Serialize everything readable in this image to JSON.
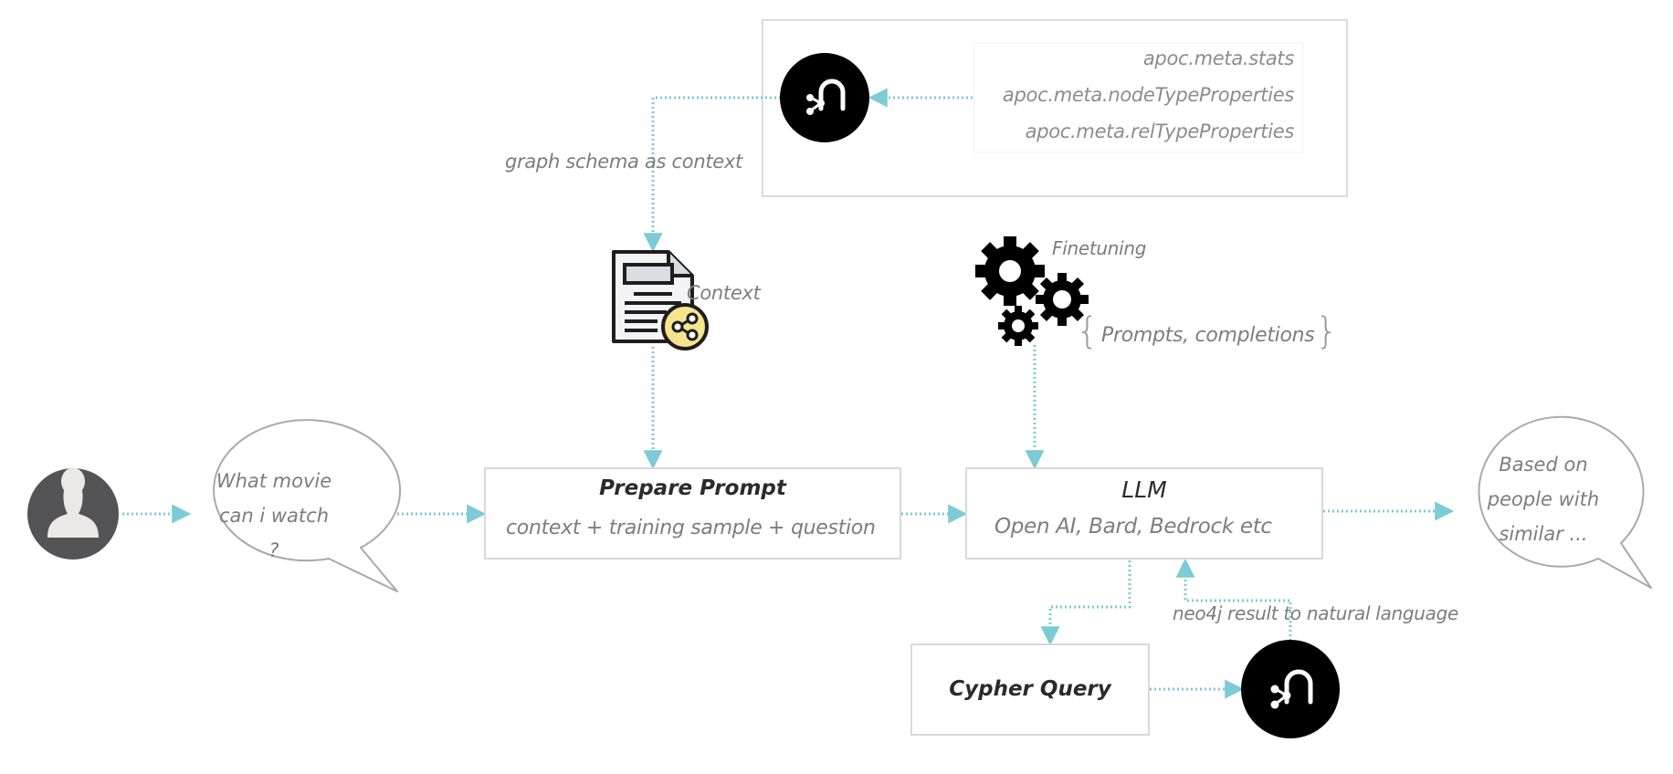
{
  "colors": {
    "connector": "#7ccbd6",
    "box_border": "#d9d9d9",
    "text_gray": "#7d7d7d",
    "text_dark": "#2b2b2b",
    "neo4j_fill": "#000000",
    "user_avatar_fill": "#545456",
    "user_silhouette": "#ebe9e6",
    "context_badge": "#f6e58d"
  },
  "schema_source": {
    "procedures": [
      "apoc.meta.stats",
      "apoc.meta.nodeTypeProperties",
      "apoc.meta.relTypeProperties"
    ],
    "icon": "neo4j-logo-icon"
  },
  "labels": {
    "graph_schema": "graph schema as context",
    "context": "Context",
    "finetuning": "Finetuning",
    "finetuning_data": "Prompts, completions",
    "brace_open": "{",
    "brace_close": "}",
    "neo4j_result": "neo4j result to natural language"
  },
  "user": {
    "icon": "user-avatar-icon",
    "question_lines": [
      "What movie",
      "can i watch",
      "?"
    ]
  },
  "prepare_prompt": {
    "title": "Prepare Prompt",
    "subtitle": "context + training sample + question"
  },
  "llm": {
    "title": "LLM",
    "subtitle": "Open AI, Bard, Bedrock etc"
  },
  "answer": {
    "lines": [
      "Based on",
      "people with",
      "similar ..."
    ]
  },
  "cypher": {
    "title": "Cypher Query"
  }
}
